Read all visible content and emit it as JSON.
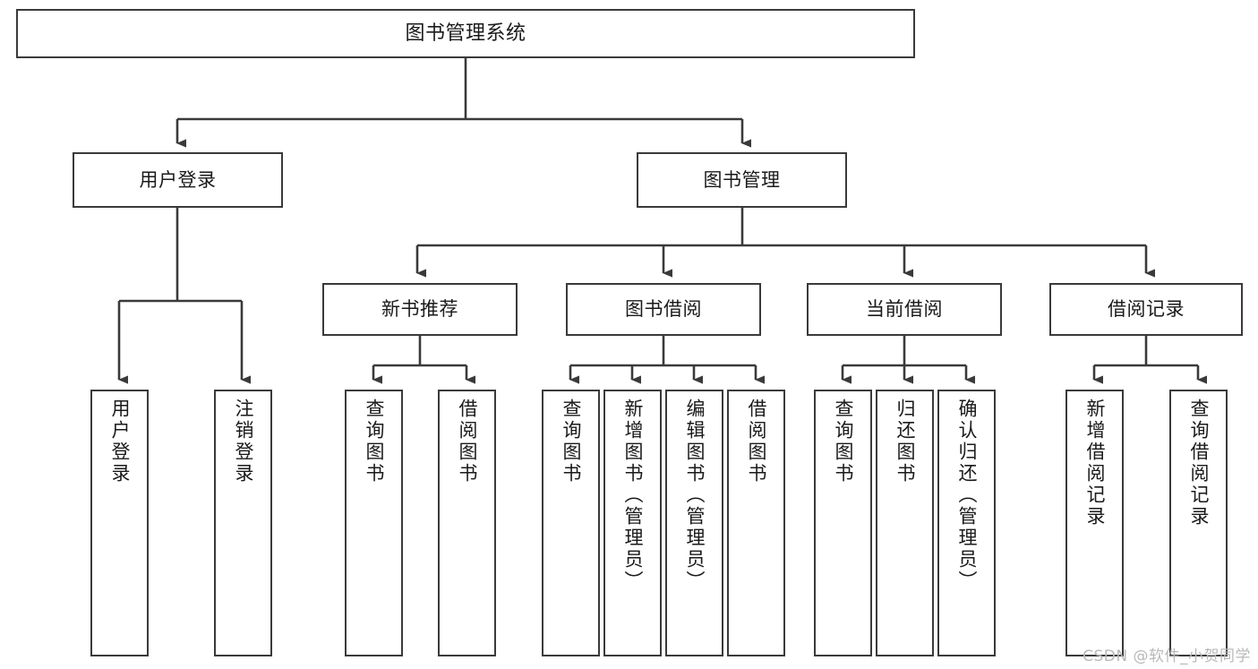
{
  "diagram": {
    "title": "图书管理系统",
    "type": "tree-structure-chart",
    "watermark": "CSDN @软件_小贺同学",
    "colors": {
      "background": "#ffffff",
      "node_border": "#3a3a3a",
      "node_fill": "#ffffff",
      "connector": "#3a3a3a",
      "text": "#1a1a1a",
      "watermark": "#b9b9b9"
    },
    "nodes": {
      "root": {
        "label": "图书管理系统"
      },
      "level2": [
        {
          "id": "user-login",
          "label": "用户登录"
        },
        {
          "id": "book-management",
          "label": "图书管理"
        }
      ],
      "level3": [
        {
          "id": "new-book-recommend",
          "label": "新书推荐"
        },
        {
          "id": "book-borrow",
          "label": "图书借阅"
        },
        {
          "id": "current-borrow",
          "label": "当前借阅"
        },
        {
          "id": "borrow-record",
          "label": "借阅记录"
        }
      ],
      "leaves": {
        "user_login": [
          {
            "id": "leaf-user-login",
            "label": "用户登录"
          },
          {
            "id": "leaf-logout-login",
            "label": "注销登录"
          }
        ],
        "new_book_recommend": [
          {
            "id": "leaf-query-book-1",
            "label": "查询图书"
          },
          {
            "id": "leaf-borrow-book-1",
            "label": "借阅图书"
          }
        ],
        "book_borrow": [
          {
            "id": "leaf-query-book-2",
            "label": "查询图书"
          },
          {
            "id": "leaf-add-book",
            "label": "新增图书（管理员）"
          },
          {
            "id": "leaf-edit-book",
            "label": "编辑图书（管理员）"
          },
          {
            "id": "leaf-borrow-book-2",
            "label": "借阅图书"
          }
        ],
        "current_borrow": [
          {
            "id": "leaf-query-book-3",
            "label": "查询图书"
          },
          {
            "id": "leaf-return-book",
            "label": "归还图书"
          },
          {
            "id": "leaf-confirm-return",
            "label": "确认归还（管理员）"
          }
        ],
        "borrow_record": [
          {
            "id": "leaf-add-record",
            "label": "新增借阅记录"
          },
          {
            "id": "leaf-query-record",
            "label": "查询借阅记录"
          }
        ]
      }
    }
  }
}
